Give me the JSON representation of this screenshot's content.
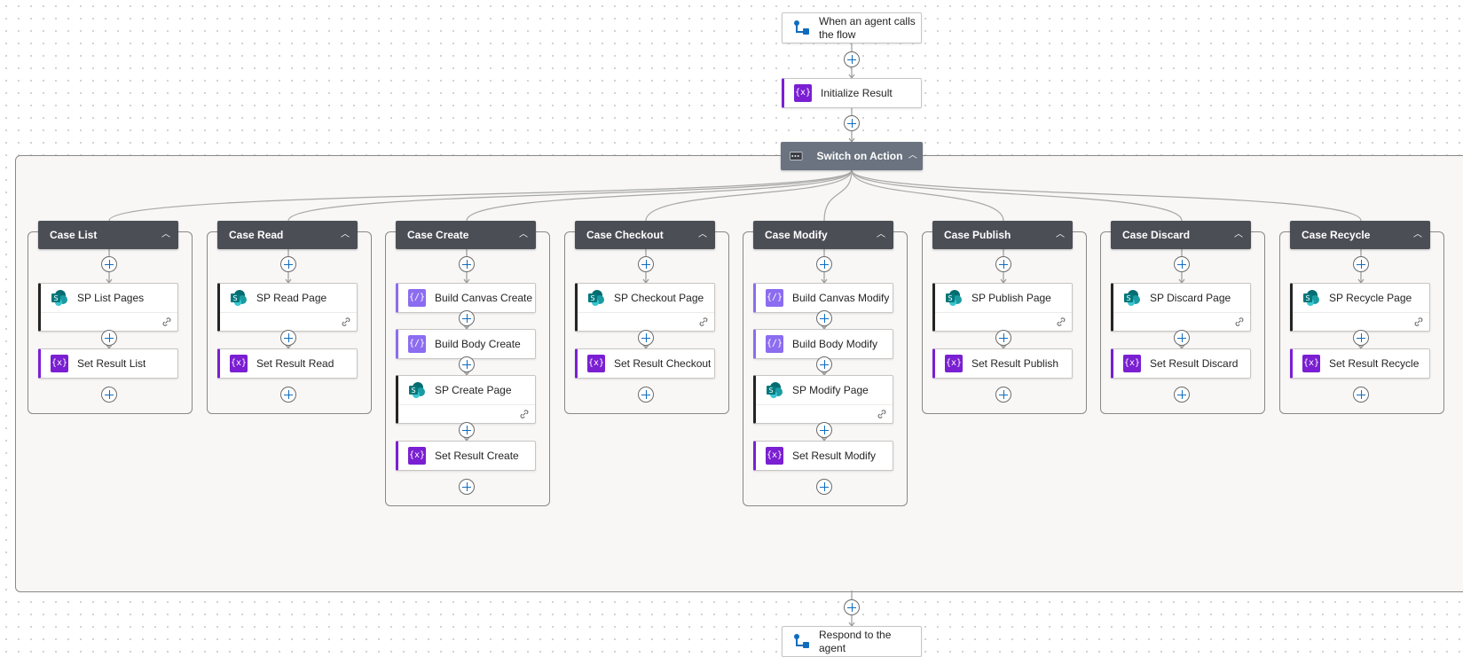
{
  "trigger": {
    "label": "When an agent calls the flow",
    "icon": "agent-flow-icon"
  },
  "init": {
    "label": "Initialize Result",
    "icon": "variable-icon"
  },
  "switch": {
    "label": "Switch on Action",
    "icon": "switch-icon",
    "collapse_icon": "chevron-up-icon"
  },
  "respond": {
    "label": "Respond to the agent",
    "icon": "agent-flow-icon"
  },
  "colors": {
    "header": "#4c4e56",
    "switch_header": "#6a737f",
    "variable": "#7a1fd2",
    "compose": "#8c6cf0",
    "sharepoint": "#038387",
    "plus": "#0f6cbd"
  },
  "cases": [
    {
      "title": "Case List",
      "steps": [
        {
          "kind": "sp",
          "label": "SP List Pages"
        },
        {
          "kind": "var",
          "label": "Set Result List"
        }
      ]
    },
    {
      "title": "Case Read",
      "steps": [
        {
          "kind": "sp",
          "label": "SP Read Page"
        },
        {
          "kind": "var",
          "label": "Set Result Read"
        }
      ]
    },
    {
      "title": "Case Create",
      "steps": [
        {
          "kind": "cmp",
          "label": "Build Canvas Create"
        },
        {
          "kind": "cmp",
          "label": "Build Body Create"
        },
        {
          "kind": "sp",
          "label": "SP Create Page"
        },
        {
          "kind": "var",
          "label": "Set Result Create"
        }
      ]
    },
    {
      "title": "Case Checkout",
      "steps": [
        {
          "kind": "sp",
          "label": "SP Checkout Page"
        },
        {
          "kind": "var",
          "label": "Set Result Checkout"
        }
      ]
    },
    {
      "title": "Case Modify",
      "steps": [
        {
          "kind": "cmp",
          "label": "Build Canvas Modify"
        },
        {
          "kind": "cmp",
          "label": "Build Body Modify"
        },
        {
          "kind": "sp",
          "label": "SP Modify Page"
        },
        {
          "kind": "var",
          "label": "Set Result Modify"
        }
      ]
    },
    {
      "title": "Case Publish",
      "steps": [
        {
          "kind": "sp",
          "label": "SP Publish Page"
        },
        {
          "kind": "var",
          "label": "Set Result Publish"
        }
      ]
    },
    {
      "title": "Case Discard",
      "steps": [
        {
          "kind": "sp",
          "label": "SP Discard Page"
        },
        {
          "kind": "var",
          "label": "Set Result Discard"
        }
      ]
    },
    {
      "title": "Case Recycle",
      "steps": [
        {
          "kind": "sp",
          "label": "SP Recycle Page"
        },
        {
          "kind": "var",
          "label": "Set Result Recycle"
        }
      ]
    }
  ]
}
